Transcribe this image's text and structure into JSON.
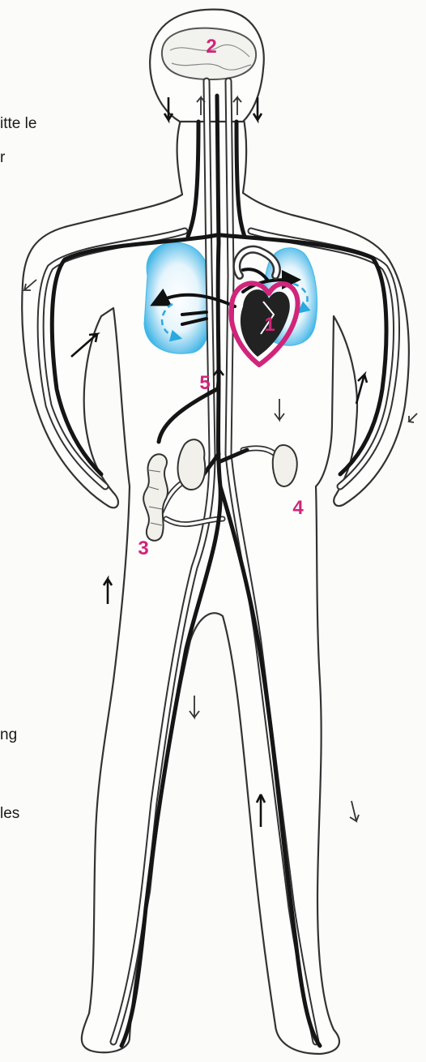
{
  "colors": {
    "label_magenta": "#d0257a",
    "lung_blue": "#3fb6e6",
    "heart_dark": "#2a2a2a",
    "outline": "#333333",
    "paper": "#fbfbf9"
  },
  "labels": {
    "heart": "1",
    "brain": "2",
    "intestine": "3",
    "kidney": "4",
    "lungs": "5"
  },
  "side_text": {
    "line1": "itte le",
    "line2": "r",
    "line3": "ng",
    "line4": "les"
  },
  "icons": {
    "arrow": "arrow-icon",
    "oxygen_loop": "oxygen-loop-icon"
  }
}
